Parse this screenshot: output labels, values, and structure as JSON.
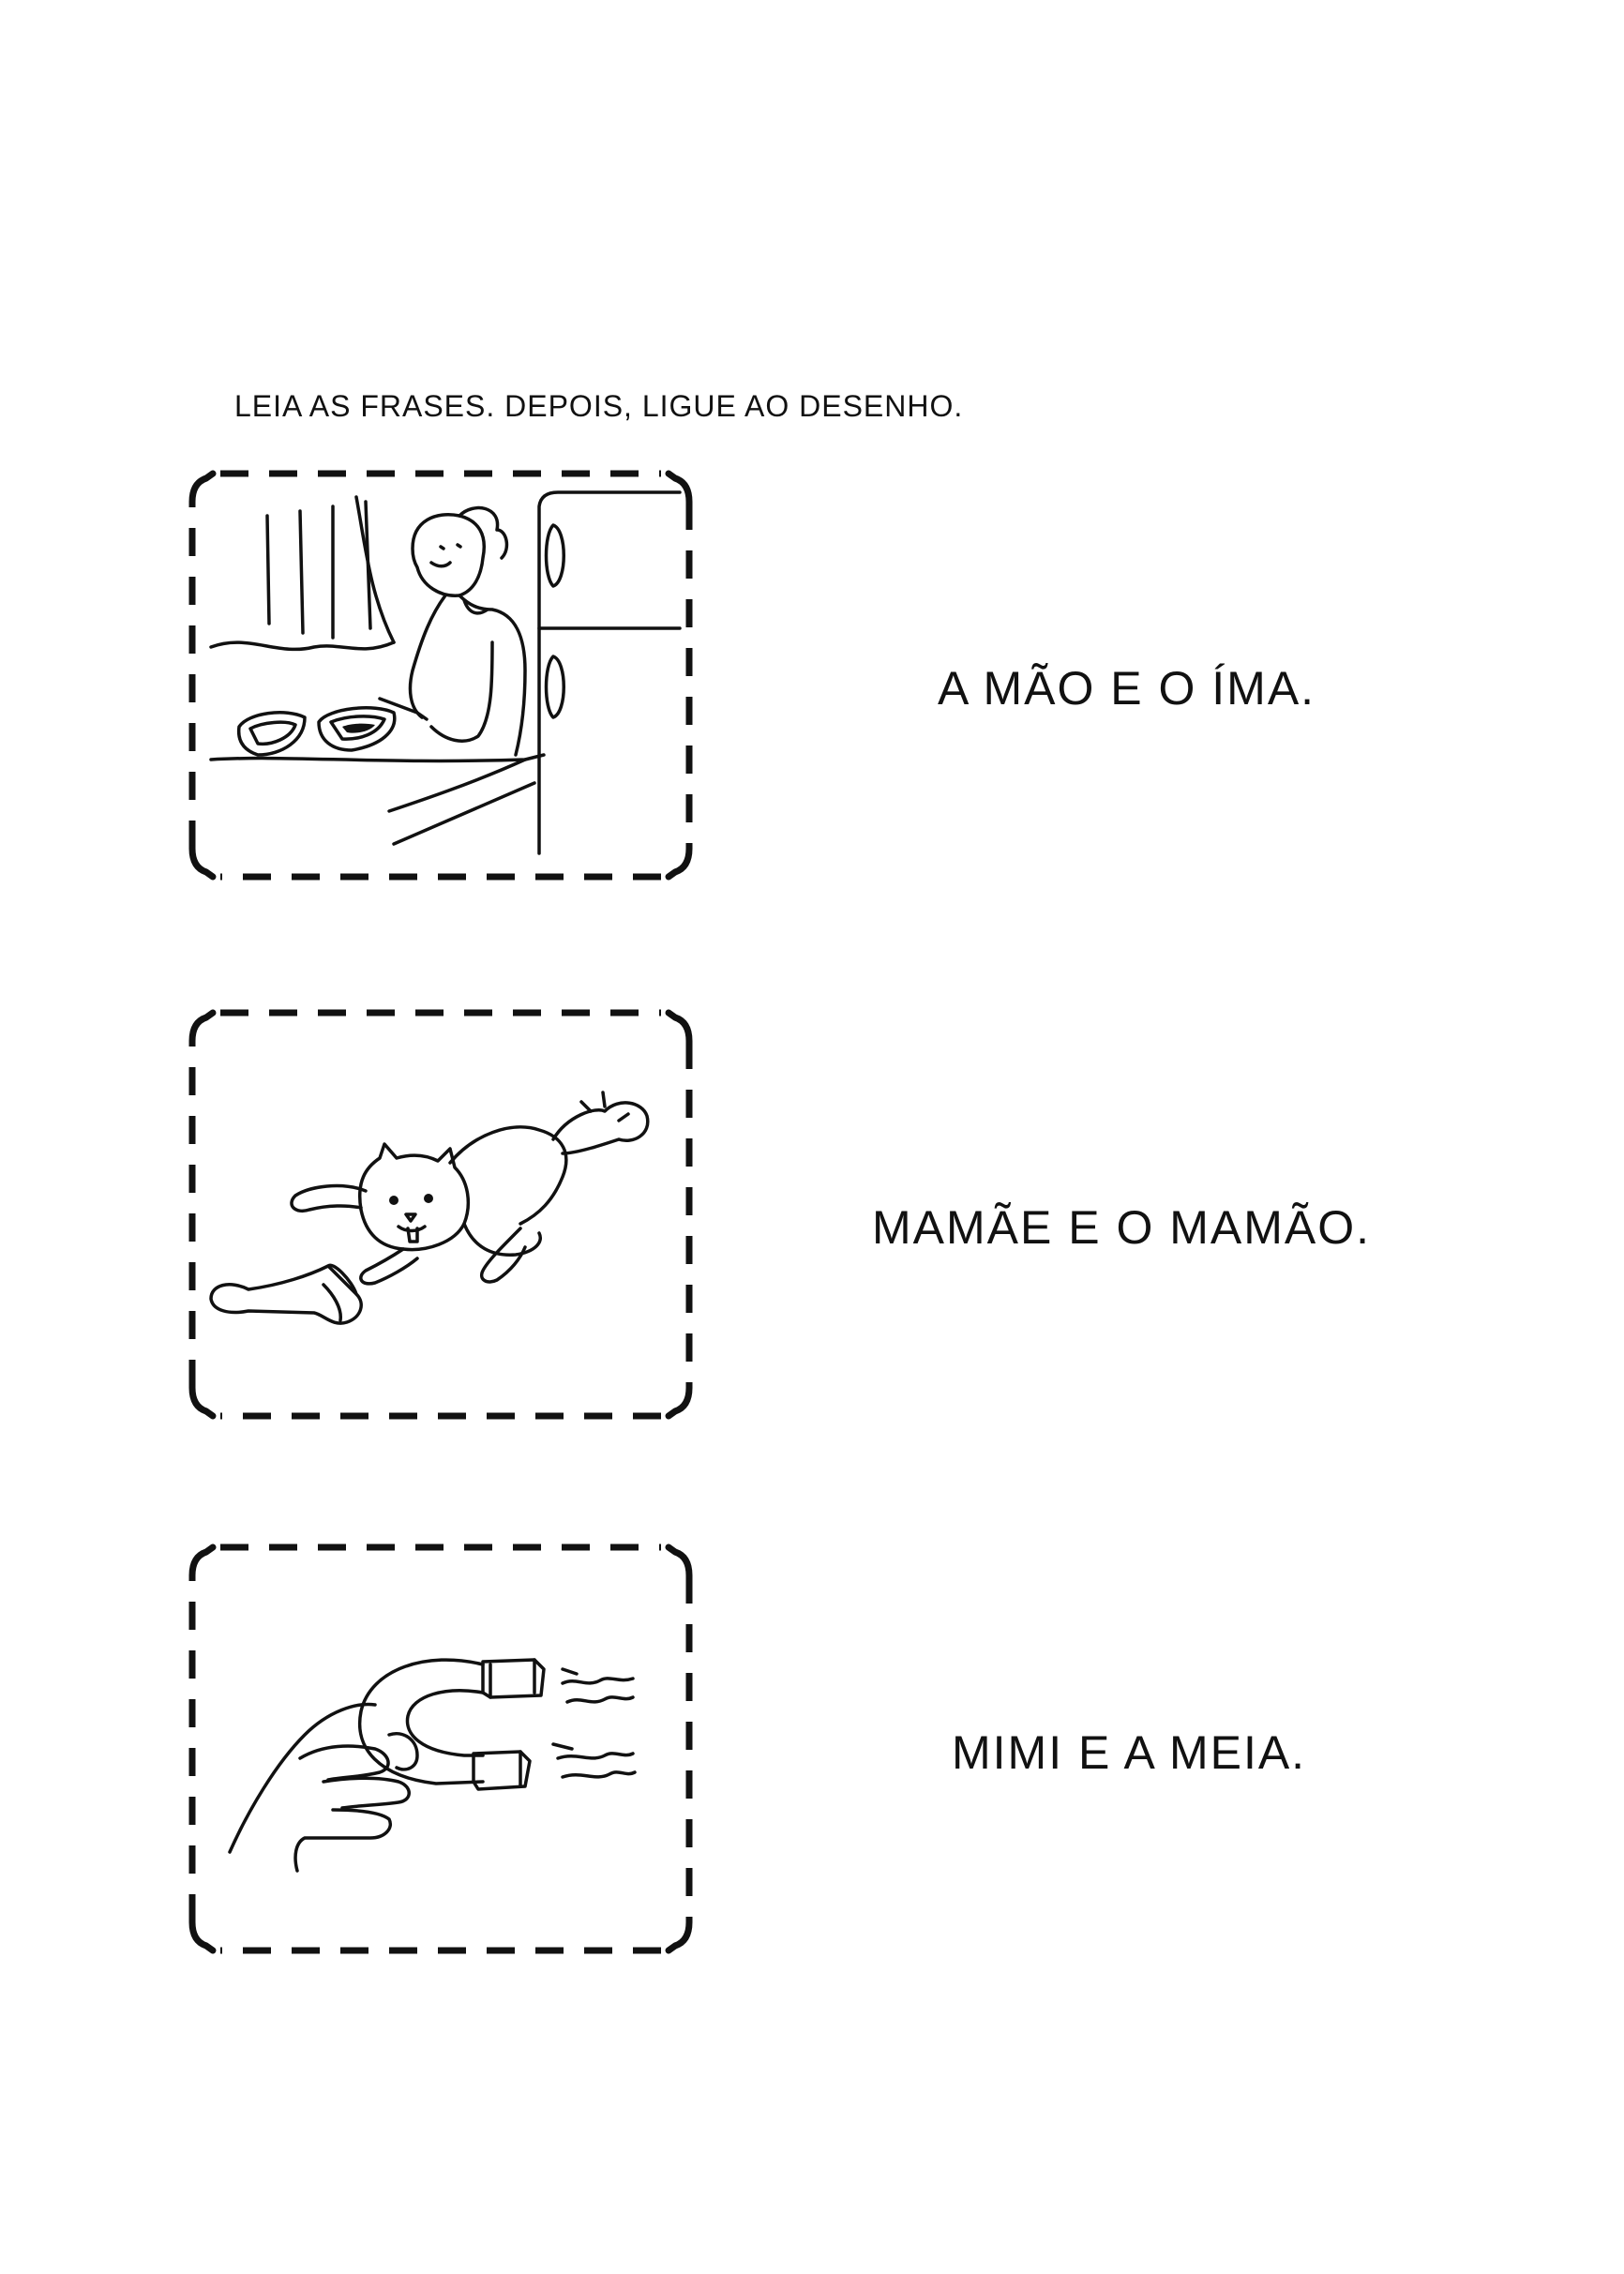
{
  "instruction": "LEIA AS FRASES. DEPOIS, LIGUE AO DESENHO.",
  "cards": [
    {
      "illustration": "woman-cutting-papaya-illustration"
    },
    {
      "illustration": "cat-with-sock-illustration"
    },
    {
      "illustration": "hand-holding-magnet-illustration"
    }
  ],
  "sentences": [
    "A MÃO E O ÍMA.",
    "MAMÃE E O MAMÃO.",
    "MIMI E A MEIA."
  ]
}
